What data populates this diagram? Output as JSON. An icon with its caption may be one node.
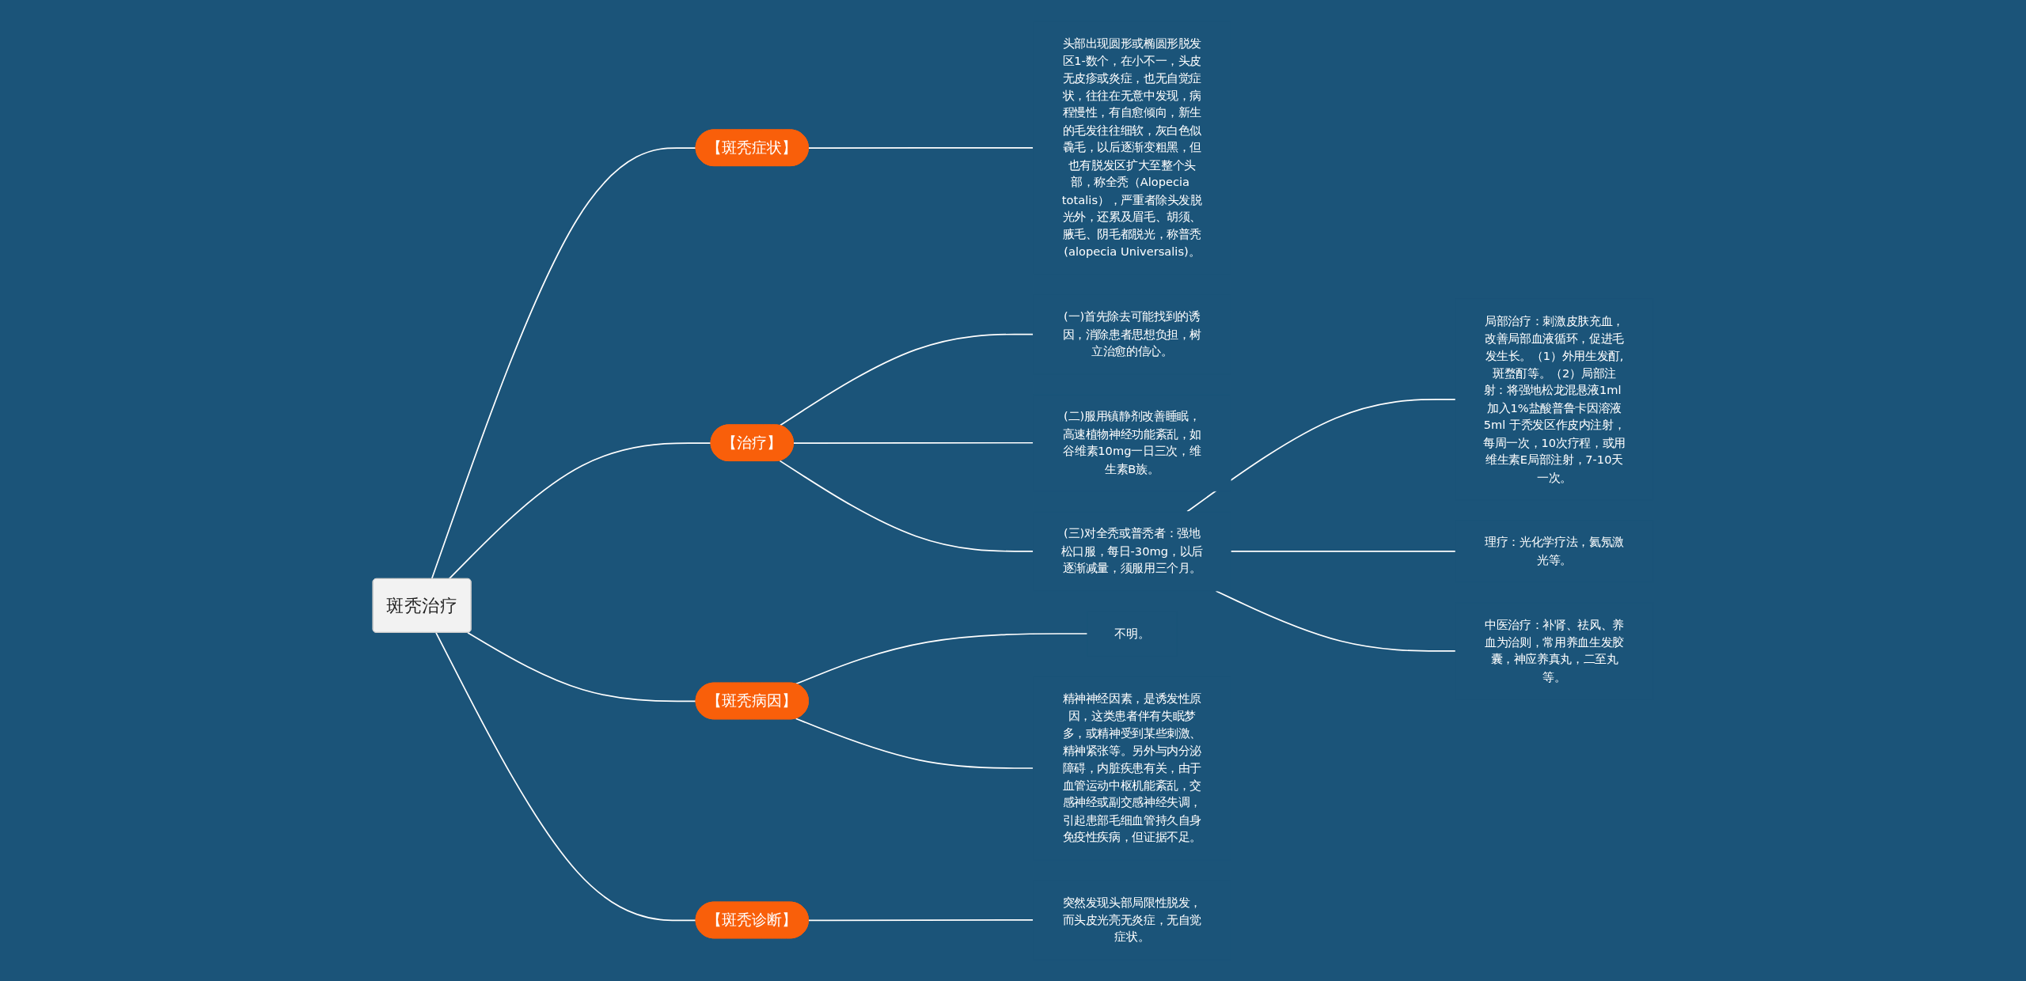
{
  "diagram": {
    "nodes": [
      {
        "text": [
          "斑秃治疗"
        ]
      },
      {
        "text": [
          "【斑秃症状】"
        ]
      },
      {
        "text": [
          "头部出现圆形或椭圆形脱发区1-数个，在小不一，头皮无皮疹或炎症，也无自觉症状，往往在无意中发现，病程慢性，有自愈倾向，新生的毛发往往细软，灰白色似毳毛，以后逐渐变粗黑，但也有脱发区扩大至整个头部，称全秃（Alopecia totalis），严重者除头发脱光外，还累及眉毛、胡须、腋毛、阴毛都脱光，称普秃(alopecia Universalis)。"
        ]
      },
      {
        "text": [
          "【治疗】"
        ]
      },
      {
        "text": [
          "(一)首先除去可能找到的诱因，消除患者思想负担，树立治愈的信心。"
        ]
      },
      {
        "text": [
          "(二)服用镇静剂改善睡眠，高速植物神经功能紊乱，如谷维素10mg一日三次，维生素B族。"
        ]
      },
      {
        "text": [
          "(三)对全秃或普秃者：强地松口服，每日-30mg，以后逐渐减量，须服用三个月。"
        ]
      },
      {
        "text": [
          "局部治疗：刺激皮肤充血，改善局部血液循环，促进毛发生长。（1）外用生发酊,斑蝥酊等。（2）局部注射：将强地松龙混悬液1ml 加入1%盐酸普鲁卡因溶液5ml 于秃发区作皮内注射，每周一次，10次疗程，或用维生素E局部注射，7-10天一次。"
        ]
      },
      {
        "text": [
          "理疗：光化学疗法，氦氖激光等。"
        ]
      },
      {
        "text": [
          "中医治疗：补肾、祛风、养血为治则，常用养血生发胶囊，神应养真丸，二至丸等。"
        ]
      },
      {
        "text": [
          "【斑秃病因】"
        ]
      },
      {
        "text": [
          "不明。"
        ]
      },
      {
        "text": [
          "精神神经因素，是诱发性原因，这类患者伴有失眠梦多，或精神受到某些刺激、精神紧张等。另外与内分泌障碍，内脏疾患有关，由于血管运动中枢机能紊乱，交感神经或副交感神经失调，引起患部毛细血管持久自身免疫性疾病，但证据不足。"
        ]
      },
      {
        "text": [
          "【斑秃诊断】"
        ]
      },
      {
        "text": [
          "突然发现头部局限性脱发，而头皮光亮无炎症，无自觉症状。"
        ]
      }
    ],
    "edges": [
      {
        "from": 0,
        "to": 1,
        "arrow": "none"
      },
      {
        "from": 1,
        "to": 2,
        "arrow": "none"
      },
      {
        "from": 0,
        "to": 3,
        "arrow": "none"
      },
      {
        "from": 3,
        "to": 4,
        "arrow": "none"
      },
      {
        "from": 3,
        "to": 5,
        "arrow": "none"
      },
      {
        "from": 3,
        "to": 6,
        "arrow": "none"
      },
      {
        "from": 6,
        "to": 7,
        "arrow": "none"
      },
      {
        "from": 6,
        "to": 8,
        "arrow": "none"
      },
      {
        "from": 6,
        "to": 9,
        "arrow": "none"
      },
      {
        "from": 0,
        "to": 10,
        "arrow": "none"
      },
      {
        "from": 10,
        "to": 11,
        "arrow": "none"
      },
      {
        "from": 10,
        "to": 12,
        "arrow": "none"
      },
      {
        "from": 0,
        "to": 13,
        "arrow": "none"
      },
      {
        "from": 13,
        "to": 14,
        "arrow": "none"
      }
    ]
  }
}
